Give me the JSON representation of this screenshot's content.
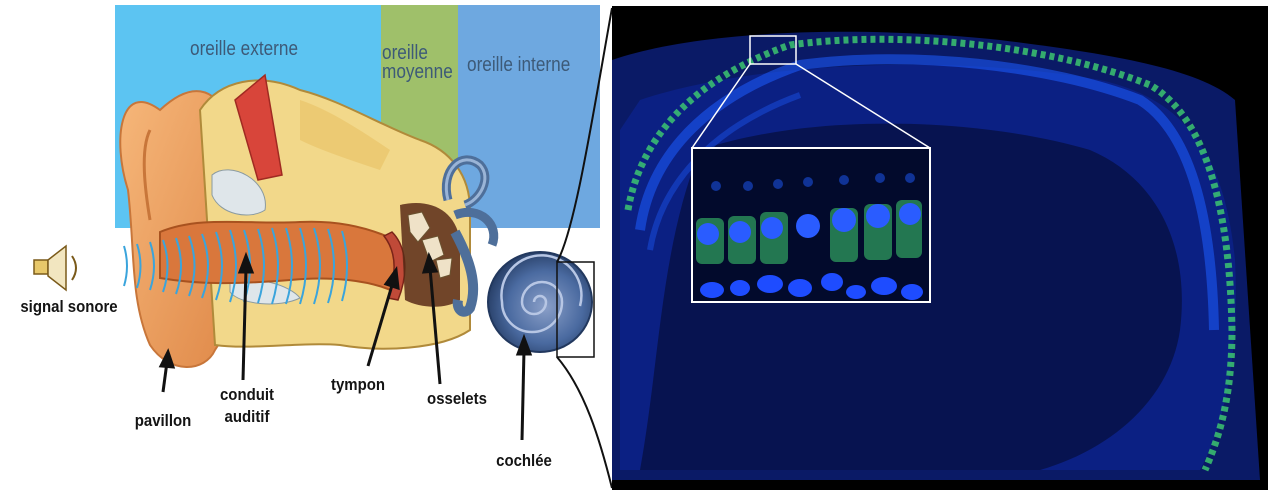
{
  "zones": {
    "outer": {
      "label": "oreille externe",
      "color": "#5cc4f2"
    },
    "middle": {
      "label_line1": "oreille",
      "label_line2": "moyenne",
      "color": "#9fc06a"
    },
    "inner": {
      "label": "oreille interne",
      "color": "#6ea8e0"
    }
  },
  "labels": {
    "sound": "signal sonore",
    "pinna": "pavillon",
    "canal_line1": "conduit",
    "canal_line2": "auditif",
    "eardrum": "tympon",
    "ossicles": "osselets",
    "cochlea": "cochlée"
  },
  "icons": {
    "speaker": "speaker-icon",
    "waves": "sound-waves-icon"
  },
  "microscopy": {
    "background": "#000000",
    "tissue_color": "#0a2a9a",
    "nuclei_color": "#1e5cff",
    "hair_cell_color": "#3fd070"
  }
}
